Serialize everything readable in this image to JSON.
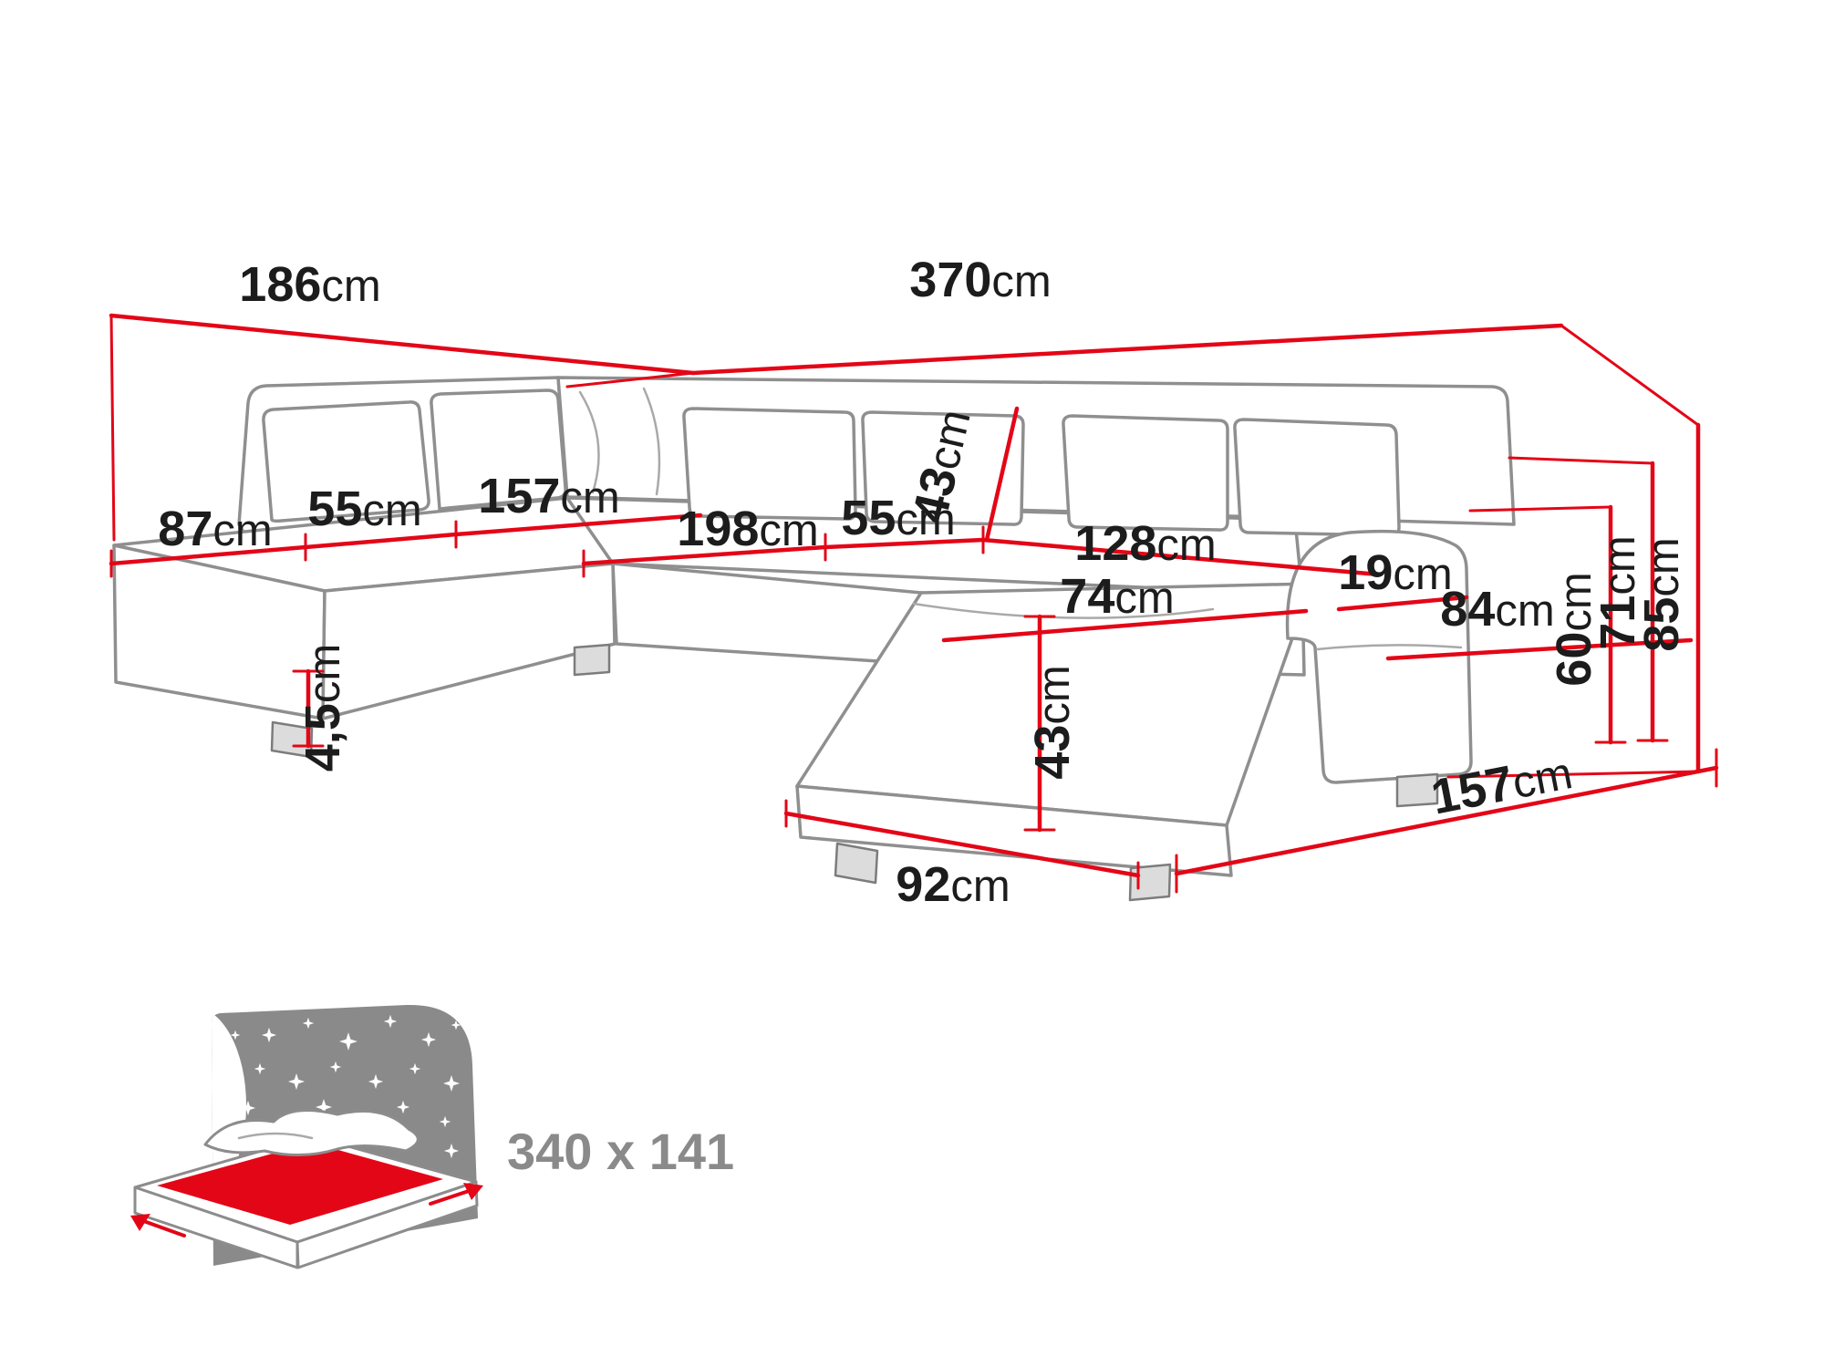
{
  "title": "U-shaped corner sofa dimension diagram",
  "colors": {
    "dimension": "#e30617",
    "text": "#1c1c1c",
    "outline": "#8f8f8f",
    "icon_gray": "#8a8a8a"
  },
  "dimensions": {
    "back_left": {
      "value": "186",
      "unit": "cm"
    },
    "back_total": {
      "value": "370",
      "unit": "cm"
    },
    "left_chaise_depth": {
      "value": "87",
      "unit": "cm"
    },
    "left_seat_width": {
      "value": "55",
      "unit": "cm"
    },
    "corner_seat_width": {
      "value": "157",
      "unit": "cm"
    },
    "middle_seat_width": {
      "value": "198",
      "unit": "cm"
    },
    "right_seat_width": {
      "value": "55",
      "unit": "cm"
    },
    "back_cushion_height": {
      "value": "43",
      "unit": "cm"
    },
    "right_section_width": {
      "value": "128",
      "unit": "cm"
    },
    "armrest_width": {
      "value": "19",
      "unit": "cm"
    },
    "chaise_cushion_width": {
      "value": "74",
      "unit": "cm"
    },
    "armrest_depth": {
      "value": "84",
      "unit": "cm"
    },
    "seat_height": {
      "value": "43",
      "unit": "cm"
    },
    "leg_height": {
      "value": "4,5",
      "unit": "cm"
    },
    "chaise_front_width": {
      "value": "92",
      "unit": "cm"
    },
    "side_depth": {
      "value": "157",
      "unit": "cm"
    },
    "total_height": {
      "value": "85",
      "unit": "cm"
    },
    "back_height": {
      "value": "71",
      "unit": "cm"
    },
    "armrest_height": {
      "value": "60",
      "unit": "cm"
    }
  },
  "sleeping_area": {
    "label": "340 x 141"
  }
}
